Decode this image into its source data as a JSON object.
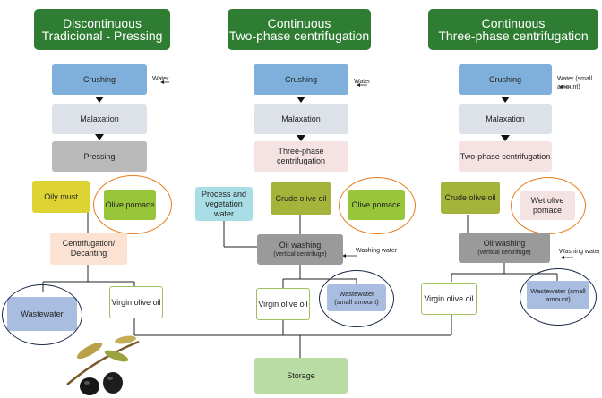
{
  "headers": {
    "col1": {
      "line1": "Discontinuous",
      "line2": "Tradicional - Pressing"
    },
    "col2": {
      "line1": "Continuous",
      "line2": "Two-phase centrifugation"
    },
    "col3": {
      "line1": "Continuous",
      "line2": "Three-phase centrifugation"
    }
  },
  "col1": {
    "crushing": "Crushing",
    "water": "Water",
    "malaxation": "Malaxation",
    "pressing": "Pressing",
    "oily_must": "Oily must",
    "olive_pomace": "Olive pomace",
    "centrifugation": "Centrifugation/ Decanting",
    "wastewater": "Wastewater",
    "virgin_olive_oil": "Virgin olive oil"
  },
  "col2": {
    "crushing": "Crushing",
    "water": "Water",
    "malaxation": "Malaxation",
    "three_phase": "Three-phase centrifugation",
    "process_water": "Process and vegetation water",
    "crude_olive_oil": "Crude olive oil",
    "olive_pomace": "Olive pomace",
    "oil_washing": "Oil washing",
    "oil_washing_sub": "(vertical centrifuge)",
    "washing_water": "Washing water",
    "virgin_olive_oil": "Virgin olive oil",
    "wastewater": "Wastewater (small amount)"
  },
  "col3": {
    "crushing": "Crushing",
    "water": "Water (small amount)",
    "malaxation": "Malaxation",
    "two_phase": "Two-phase centrifugation",
    "crude_olive_oil": "Crude olive oil",
    "wet_olive_pomace": "Wet olive pomace",
    "oil_washing": "Oil washing",
    "oil_washing_sub": "(vertical centrifuge)",
    "washing_water": "Washing water",
    "virgin_olive_oil": "Virgin olive oil",
    "wastewater": "Wastewater (small amount)"
  },
  "storage": "Storage",
  "colors": {
    "header_green": "#2f7d32",
    "highlight_orange": "#e87d1e",
    "highlight_navy": "#1c2b4a"
  }
}
